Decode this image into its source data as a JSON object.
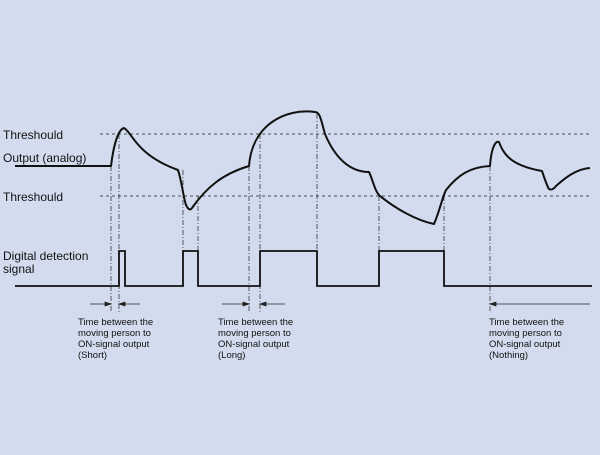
{
  "labels": {
    "threshold_upper": "Threshould",
    "output_analog": "Output (analog)",
    "threshold_lower": "Threshould",
    "digital_line1": "Digital detection",
    "digital_line2": "signal"
  },
  "annotations": [
    {
      "lines": [
        "Time between the",
        "moving person to",
        "ON-signal output",
        "(Short)"
      ]
    },
    {
      "lines": [
        "Time between the",
        "moving person to",
        "ON-signal output",
        "(Long)"
      ]
    },
    {
      "lines": [
        "Time between the",
        "moving person to",
        "ON-signal output",
        "(Nothing)"
      ]
    }
  ],
  "colors": {
    "background": "#d3dcee",
    "signal": "#111111",
    "guide": "#222222"
  }
}
